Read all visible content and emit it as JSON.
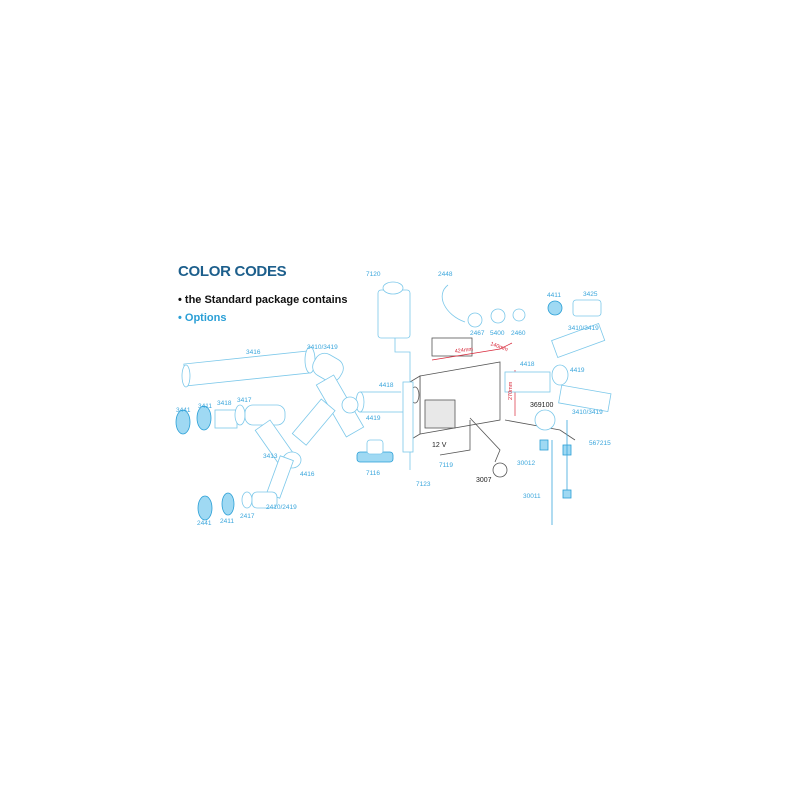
{
  "legend": {
    "title": "COLOR CODES",
    "standard": "• the Standard package contains",
    "options": "• Options"
  },
  "colors": {
    "standard": "#111111",
    "options": "#2a9fd6",
    "title": "#1d5f8c",
    "dimension": "#d8283a"
  },
  "dimensions": {
    "width": "424mm",
    "depth": "140mm",
    "height": "270mm"
  },
  "parts": {
    "p7120": "7120",
    "p2448": "2448",
    "p4411": "4411",
    "p3425": "3425",
    "p2467": "2467",
    "p5400": "5400",
    "p2460": "2460",
    "p3410a": "3410/3419",
    "p3416": "3416",
    "p3410b": "3410/3419",
    "p4418a": "4418",
    "p4418b": "4418",
    "p4419a": "4419",
    "p3441a": "3441",
    "p3411": "3411",
    "p3418": "3418",
    "p3417": "3417",
    "p4419b": "4419",
    "p3410c": "3410/3419",
    "p369100": "369100",
    "p567215": "567215",
    "p3413": "3413",
    "p4416": "4416",
    "p7116": "7116",
    "p7119": "7119",
    "p12v": "12 V",
    "p30012": "30012",
    "p3007": "3007",
    "p7123": "7123",
    "p30011": "30011",
    "p2410": "2410/2419",
    "p2441": "2441",
    "p2411": "2411",
    "p2417": "2417"
  }
}
